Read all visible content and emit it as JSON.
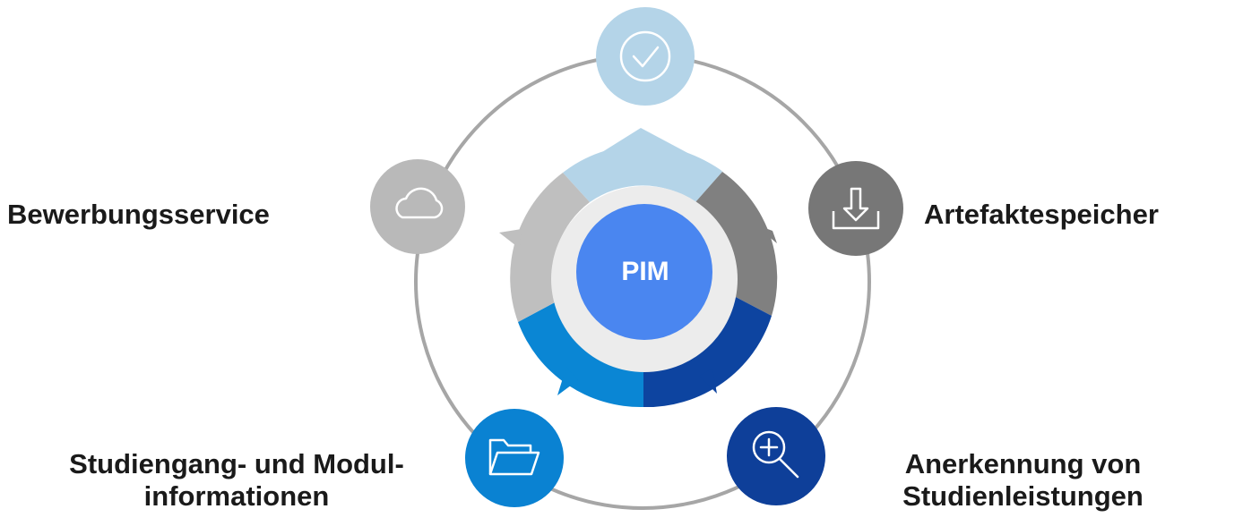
{
  "center": {
    "label": "PIM",
    "color": "#4a86f0"
  },
  "nodes": [
    {
      "id": "top",
      "icon": "check-circle-icon",
      "color": "#b4d4e8"
    },
    {
      "id": "right",
      "icon": "download-icon",
      "color": "#777777",
      "label": "Artefaktespeicher"
    },
    {
      "id": "bottom-right",
      "icon": "zoom-in-icon",
      "color": "#0e3f99",
      "label_line1": "Anerkennung von",
      "label_line2": "Studienleistungen"
    },
    {
      "id": "bottom-left",
      "icon": "folder-icon",
      "color": "#0a82d2",
      "label_line1": "Studiengang- und Modul-",
      "label_line2": "informationen"
    },
    {
      "id": "left",
      "icon": "cloud-icon",
      "color": "#b9b9b9",
      "label": "Bewerbungsservice"
    }
  ],
  "colors": {
    "outer_ring": "#a6a6a6",
    "segment_top": "#b4d4e8",
    "segment_right": "#808080",
    "segment_bottom_right": "#0d44a0",
    "segment_bottom_left": "#0a86d4",
    "segment_left": "#bfbfbf",
    "inner_gap": "#ececec"
  }
}
